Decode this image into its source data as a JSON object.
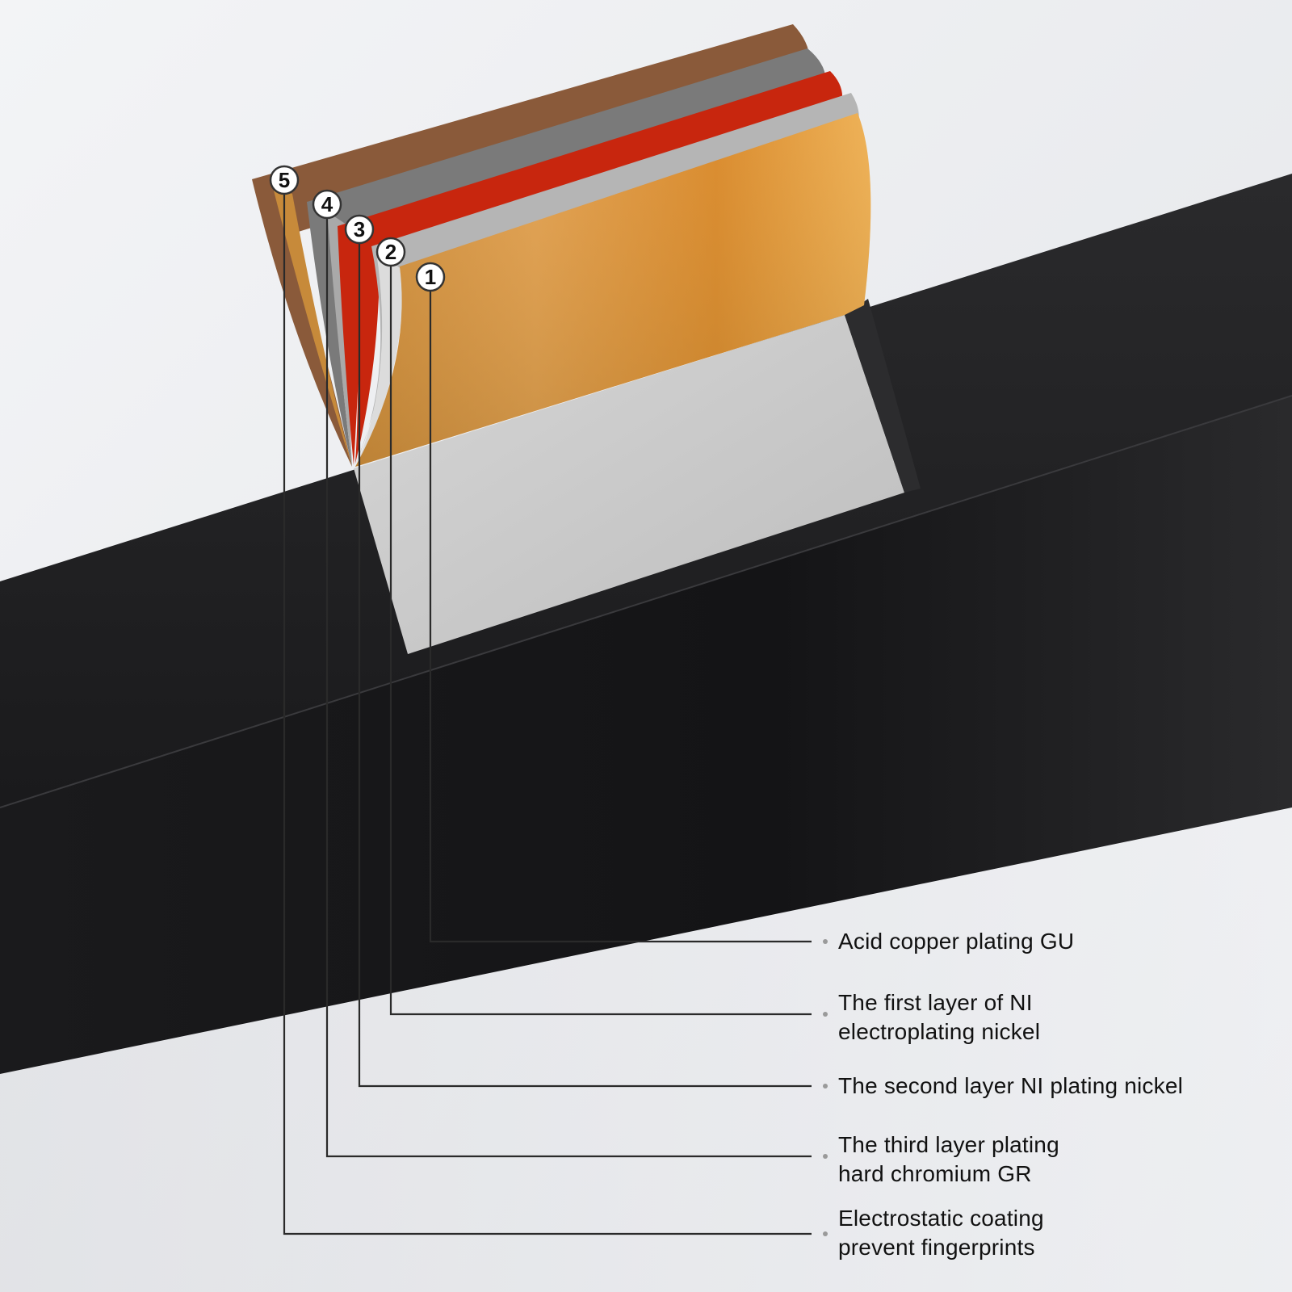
{
  "layers": [
    {
      "number": "1",
      "lines": [
        "Acid copper plating GU"
      ],
      "color": "#d08a2e"
    },
    {
      "number": "2",
      "lines": [
        "The first layer of NI",
        "electroplating nickel"
      ],
      "color": "#b5b5b5"
    },
    {
      "number": "3",
      "lines": [
        "The second layer NI plating nickel"
      ],
      "color": "#c8260e"
    },
    {
      "number": "4",
      "lines": [
        "The third layer plating",
        "hard chromium GR"
      ],
      "color": "#7a7a7a"
    },
    {
      "number": "5",
      "lines": [
        "Electrostatic coating",
        "prevent fingerprints"
      ],
      "color": "#8a5a3a"
    }
  ],
  "colors": {
    "tube": "#1b1b1d",
    "background": "#eceef1",
    "base_metal": "#c9c9c9"
  }
}
